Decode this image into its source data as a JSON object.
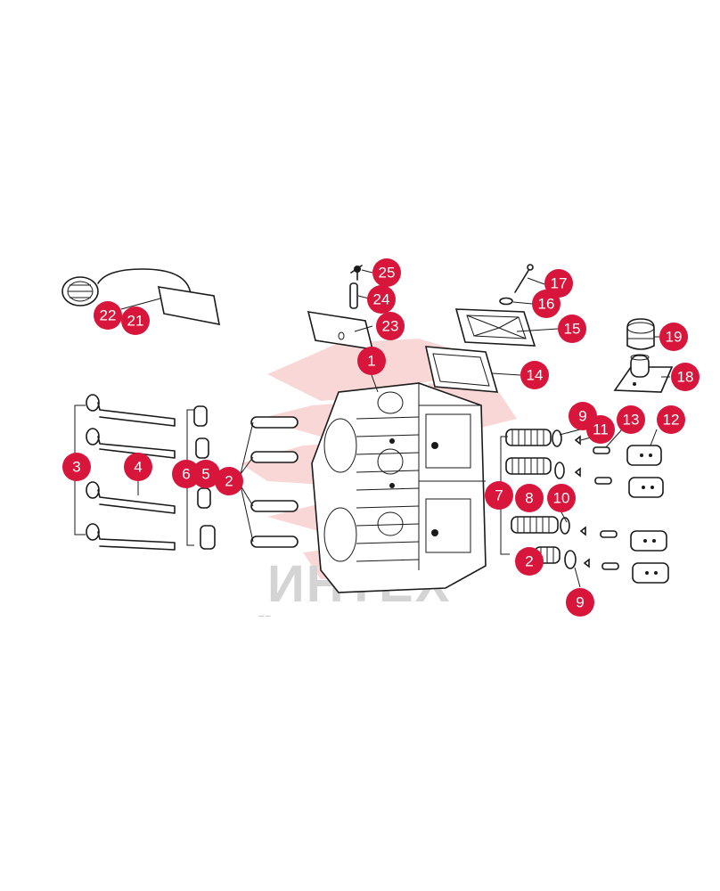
{
  "watermark": {
    "text": "ИНТЕХ",
    "color": "#f5b8b8"
  },
  "colors": {
    "callout": "#d8153a",
    "ink": "#1a1a1a"
  },
  "callouts": [
    {
      "label": "1"
    },
    {
      "label": "2"
    },
    {
      "label": "2"
    },
    {
      "label": "3"
    },
    {
      "label": "4"
    },
    {
      "label": "5"
    },
    {
      "label": "6"
    },
    {
      "label": "7"
    },
    {
      "label": "8"
    },
    {
      "label": "9"
    },
    {
      "label": "9"
    },
    {
      "label": "10"
    },
    {
      "label": "11"
    },
    {
      "label": "12"
    },
    {
      "label": "13"
    },
    {
      "label": "14"
    },
    {
      "label": "15"
    },
    {
      "label": "16"
    },
    {
      "label": "17"
    },
    {
      "label": "18"
    },
    {
      "label": "19"
    },
    {
      "label": "21"
    },
    {
      "label": "22"
    },
    {
      "label": "23"
    },
    {
      "label": "24"
    },
    {
      "label": "25"
    }
  ]
}
